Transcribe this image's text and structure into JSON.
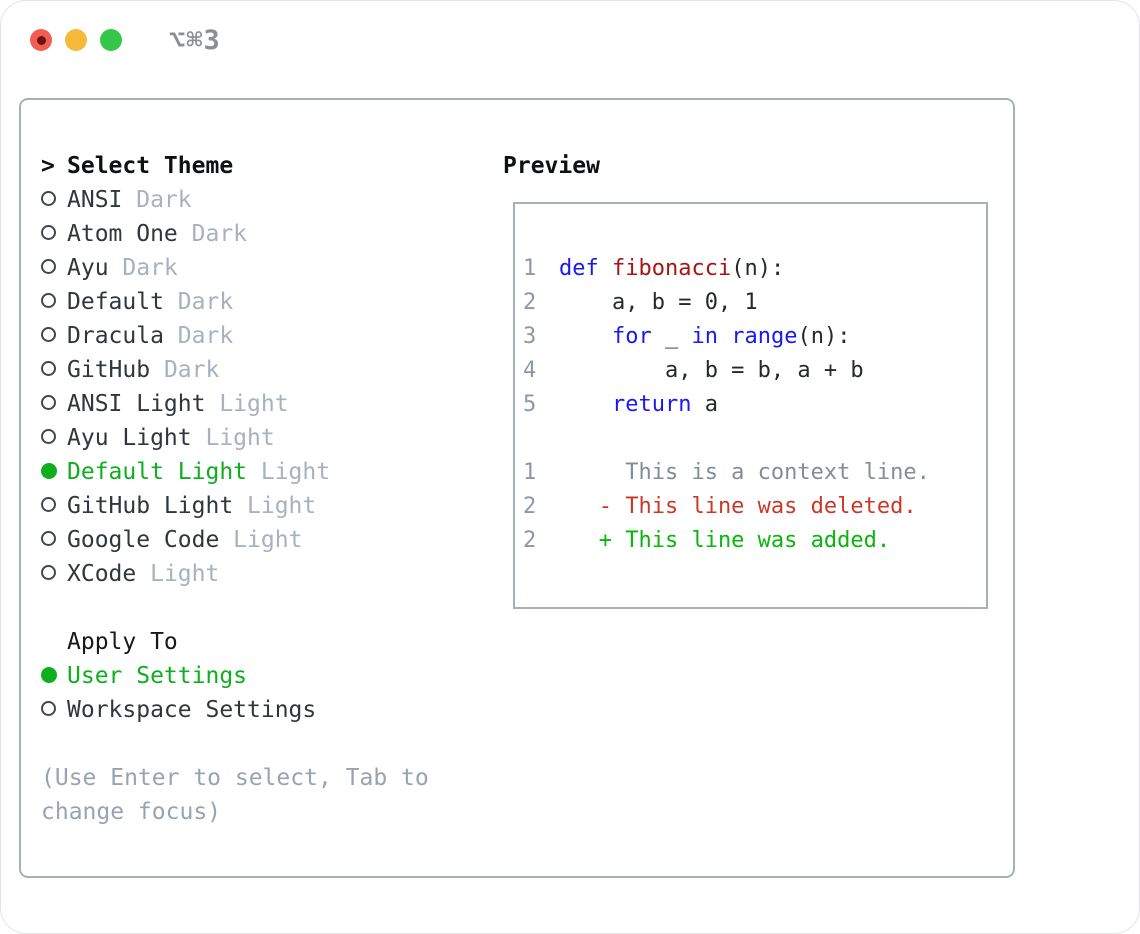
{
  "window": {
    "title": "⌥⌘3",
    "traffic_lights": [
      {
        "icon": "close-icon",
        "color": "#f25d53",
        "modified_dot_color": "#6e120c"
      },
      {
        "icon": "minimize-icon",
        "color": "#f5ba3a"
      },
      {
        "icon": "zoom-icon",
        "color": "#34c748"
      }
    ]
  },
  "colors": {
    "accent_green": "#0fae1f",
    "keyword_blue": "#1a1af0",
    "function_red": "#a91414",
    "deleted_red": "#c9392a",
    "added_green": "#0ab60a"
  },
  "theme_picker": {
    "header": {
      "prefix": ">",
      "label": "Select Theme"
    },
    "themes": [
      {
        "name": "ANSI",
        "variant": "Dark",
        "selected": false
      },
      {
        "name": "Atom One",
        "variant": "Dark",
        "selected": false
      },
      {
        "name": "Ayu",
        "variant": "Dark",
        "selected": false
      },
      {
        "name": "Default",
        "variant": "Dark",
        "selected": false
      },
      {
        "name": "Dracula",
        "variant": "Dark",
        "selected": false
      },
      {
        "name": "GitHub",
        "variant": "Dark",
        "selected": false
      },
      {
        "name": "ANSI Light",
        "variant": "Light",
        "selected": false
      },
      {
        "name": "Ayu Light",
        "variant": "Light",
        "selected": false
      },
      {
        "name": "Default Light",
        "variant": "Light",
        "selected": true
      },
      {
        "name": "GitHub Light",
        "variant": "Light",
        "selected": false
      },
      {
        "name": "Google Code",
        "variant": "Light",
        "selected": false
      },
      {
        "name": "XCode",
        "variant": "Light",
        "selected": false
      }
    ],
    "apply_to": {
      "label": "Apply To",
      "options": [
        {
          "name": "User Settings",
          "selected": true
        },
        {
          "name": "Workspace Settings",
          "selected": false
        }
      ]
    },
    "hint": "(Use Enter to select, Tab to change focus)"
  },
  "preview": {
    "label": "Preview",
    "code_lines": [
      {
        "num": "1",
        "segments": [
          {
            "text": "def ",
            "style": "kw"
          },
          {
            "text": "fibonacci",
            "style": "fn"
          },
          {
            "text": "(n):",
            "style": "code"
          }
        ]
      },
      {
        "num": "2",
        "segments": [
          {
            "text": "    a, b = 0, 1",
            "style": "code"
          }
        ]
      },
      {
        "num": "3",
        "segments": [
          {
            "text": "    ",
            "style": "code"
          },
          {
            "text": "for",
            "style": "kw"
          },
          {
            "text": " _ ",
            "style": "code"
          },
          {
            "text": "in",
            "style": "kw"
          },
          {
            "text": " ",
            "style": "code"
          },
          {
            "text": "range",
            "style": "kw"
          },
          {
            "text": "(n):",
            "style": "code"
          }
        ]
      },
      {
        "num": "4",
        "segments": [
          {
            "text": "        a, b = b, a + b",
            "style": "code"
          }
        ]
      },
      {
        "num": "5",
        "segments": [
          {
            "text": "    ",
            "style": "code"
          },
          {
            "text": "return",
            "style": "kw"
          },
          {
            "text": " a",
            "style": "code"
          }
        ]
      },
      {
        "num": "",
        "segments": []
      },
      {
        "num": "1",
        "segments": [
          {
            "text": "     This is a context line.",
            "style": "ctx"
          }
        ]
      },
      {
        "num": "2",
        "segments": [
          {
            "text": "   - This line was deleted.",
            "style": "del"
          }
        ]
      },
      {
        "num": "2",
        "segments": [
          {
            "text": "   + This line was added.",
            "style": "add"
          }
        ]
      }
    ]
  }
}
